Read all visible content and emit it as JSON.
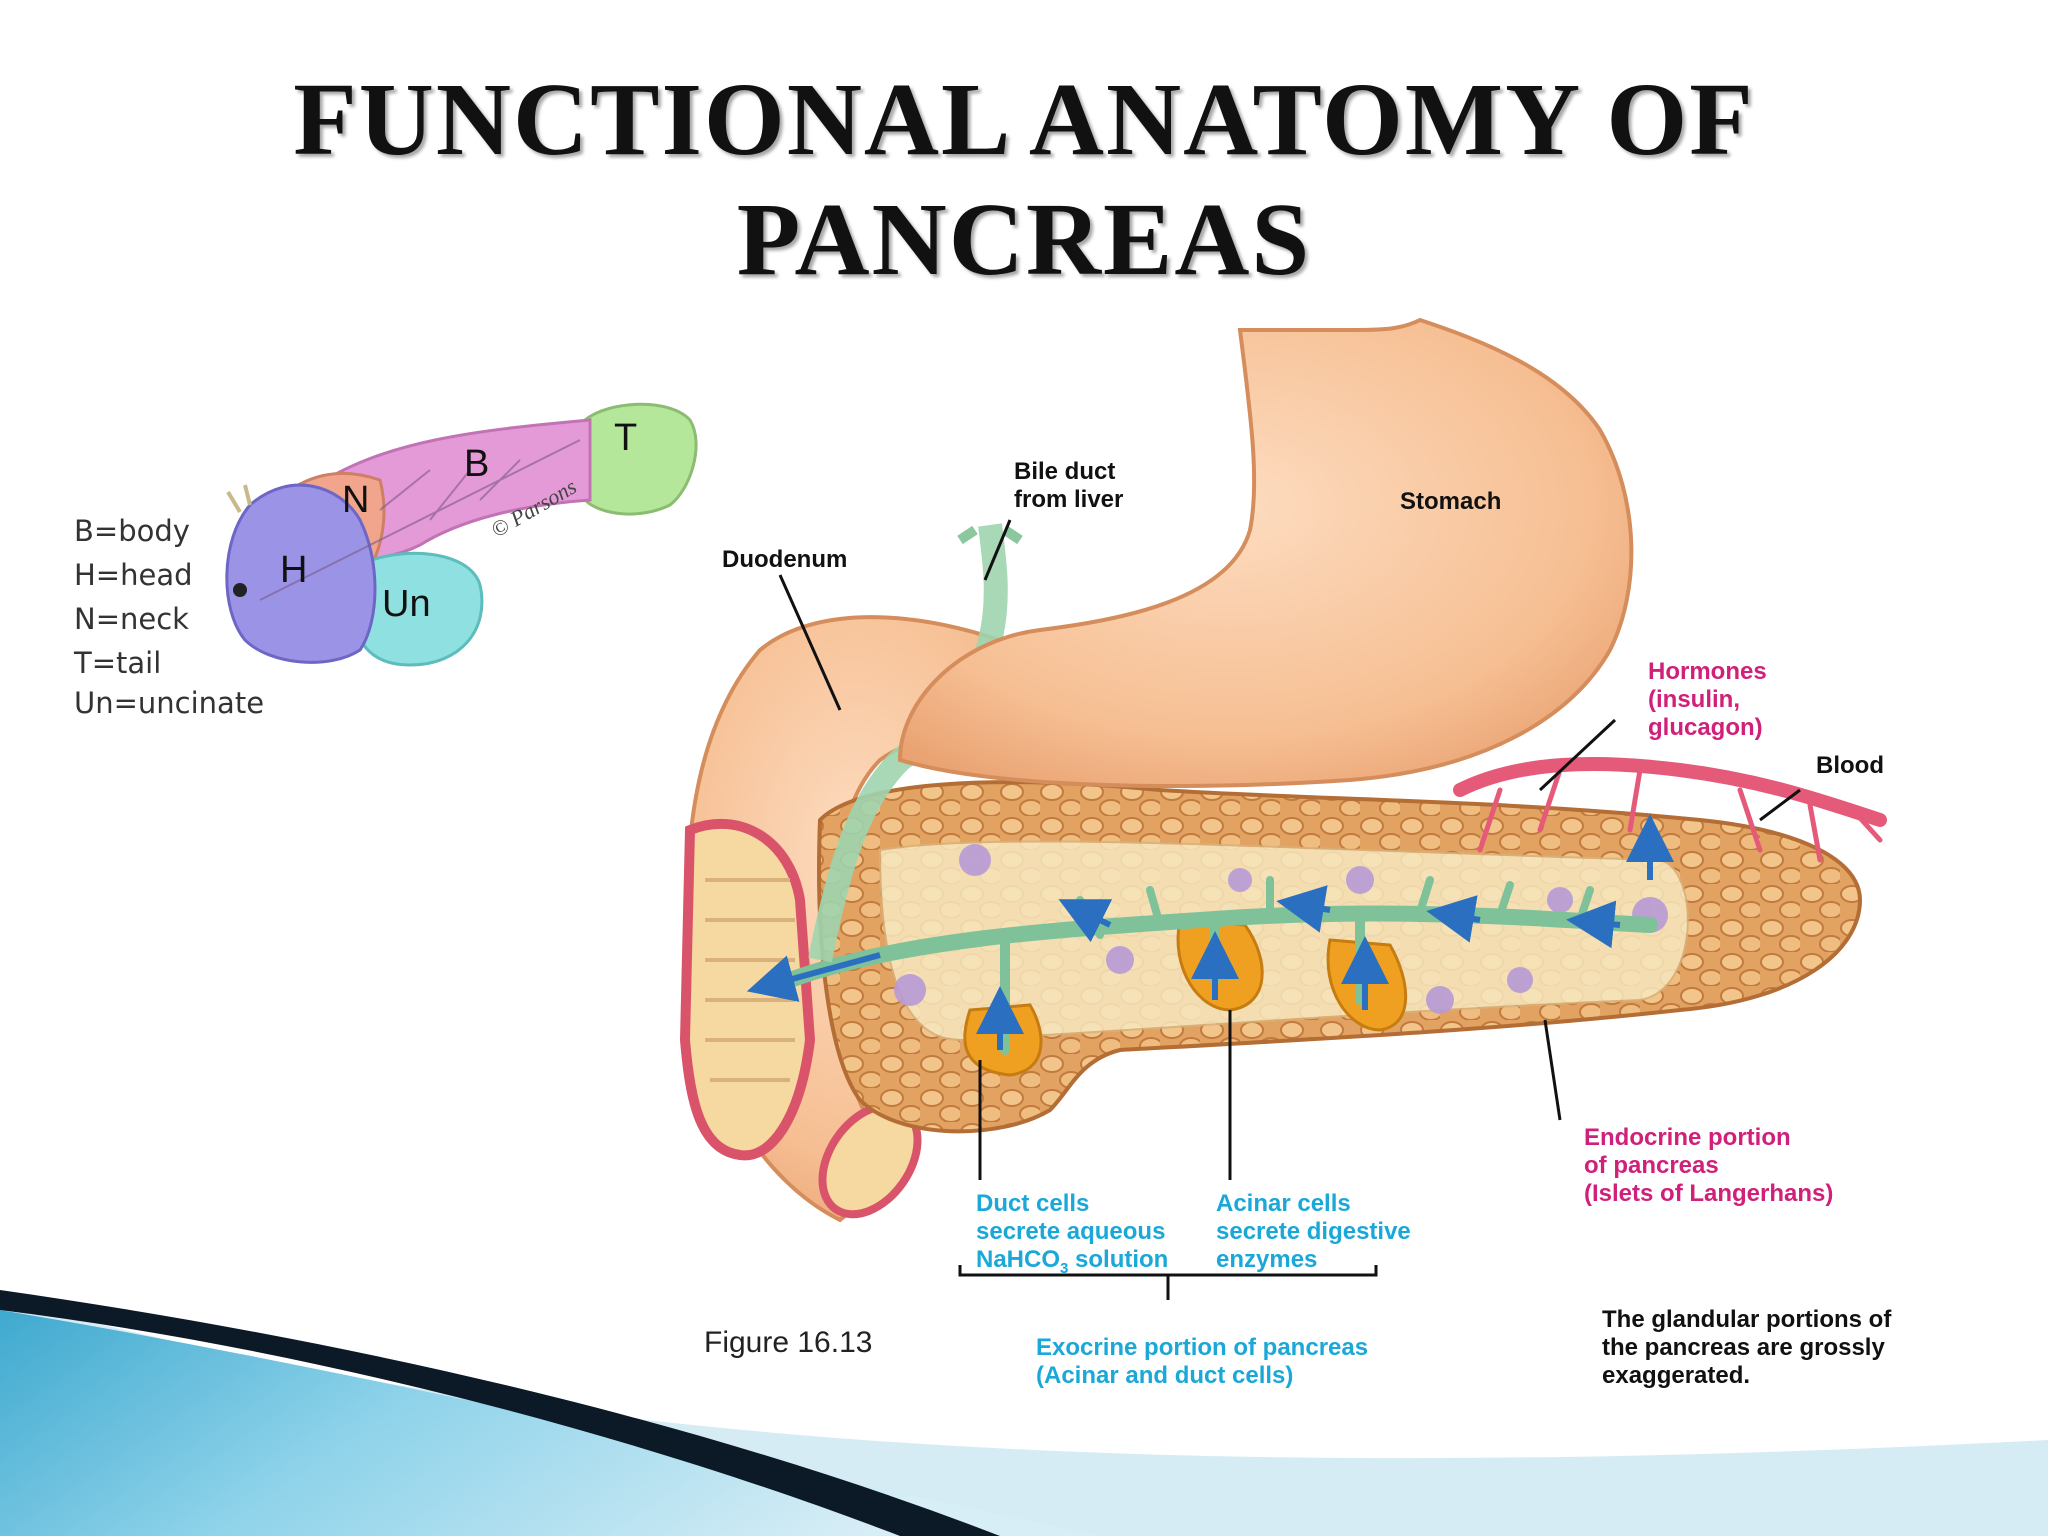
{
  "title": {
    "line1": "FUNCTIONAL ANATOMY OF",
    "line2": "PANCREAS"
  },
  "inset": {
    "region_letters": {
      "head": "H",
      "neck": "N",
      "body": "B",
      "tail": "T",
      "uncinate": "Un"
    },
    "signature": "© Parsons",
    "legend": [
      "B=body",
      "H=head",
      "N=neck",
      "T=tail",
      "Un=uncinate"
    ]
  },
  "labels": {
    "bile_duct": [
      "Bile duct",
      "from liver"
    ],
    "duodenum": "Duodenum",
    "stomach": "Stomach",
    "hormones": [
      "Hormones",
      "(insulin,",
      "glucagon)"
    ],
    "blood": "Blood",
    "endocrine": [
      "Endocrine portion",
      "of pancreas",
      "(Islets of Langerhans)"
    ],
    "duct_cells": [
      "Duct cells",
      "secrete aqueous",
      "NaHCO",
      "3",
      " solution"
    ],
    "acinar_cells": [
      "Acinar cells",
      "secrete digestive",
      "enzymes"
    ],
    "exocrine": [
      "Exocrine portion of pancreas",
      "(Acinar and duct cells)"
    ],
    "note": [
      "The glandular portions of",
      "the pancreas are grossly",
      "exaggerated."
    ]
  },
  "figure_caption": "Figure 16.13",
  "colors": {
    "stomach": "#f6bf93",
    "pancreas": "#e5a46a",
    "duct": "#7fc29a",
    "arrow": "#2a6fc0",
    "hormone_label": "#d0207a",
    "cell_label": "#1aa8d8",
    "inset_head": "#9b94e6",
    "inset_neck": "#f0a58c",
    "inset_body": "#e59ad8",
    "inset_tail": "#b4e79a",
    "inset_uncinate": "#8fe0e0",
    "swoosh_light": "#6ec6e2",
    "swoosh_dark": "#0b1a26"
  }
}
